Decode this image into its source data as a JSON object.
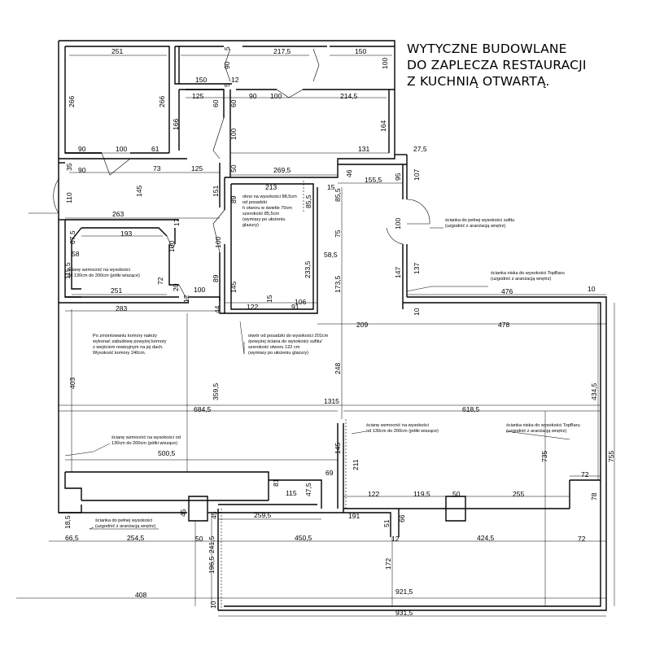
{
  "title_lines": [
    "WYTYCZNE BUDOWLANE",
    "DO ZAPLECZA RESTAURACJI",
    "Z KUCHNIĄ OTWARTĄ."
  ],
  "dimensions": [
    {
      "id": "d251a",
      "text": "251"
    },
    {
      "id": "d217",
      "text": "217,5"
    },
    {
      "id": "d150a",
      "text": "150"
    },
    {
      "id": "d100a",
      "text": "100"
    },
    {
      "id": "d5a",
      "text": "5"
    },
    {
      "id": "d90a",
      "text": "90"
    },
    {
      "id": "d5b",
      "text": "5"
    },
    {
      "id": "d150b",
      "text": "150"
    },
    {
      "id": "d12a",
      "text": "12"
    },
    {
      "id": "d266a",
      "text": "266"
    },
    {
      "id": "d266b",
      "text": "266"
    },
    {
      "id": "d125a",
      "text": "125"
    },
    {
      "id": "d60a",
      "text": "60"
    },
    {
      "id": "d60b",
      "text": "60"
    },
    {
      "id": "d90b",
      "text": "90"
    },
    {
      "id": "d100b",
      "text": "100"
    },
    {
      "id": "d214",
      "text": "214,5"
    },
    {
      "id": "d166",
      "text": "166"
    },
    {
      "id": "d100c",
      "text": "100"
    },
    {
      "id": "d164",
      "text": "164"
    },
    {
      "id": "d90c",
      "text": "90"
    },
    {
      "id": "d100d",
      "text": "100"
    },
    {
      "id": "d61",
      "text": "61"
    },
    {
      "id": "d131",
      "text": "131"
    },
    {
      "id": "d27",
      "text": "27,5"
    },
    {
      "id": "d35",
      "text": "35"
    },
    {
      "id": "d90d",
      "text": "90"
    },
    {
      "id": "d73",
      "text": "73"
    },
    {
      "id": "d125b",
      "text": "125"
    },
    {
      "id": "d50a",
      "text": "50"
    },
    {
      "id": "d269",
      "text": "269,5"
    },
    {
      "id": "d46",
      "text": "46"
    },
    {
      "id": "d155",
      "text": "155,5"
    },
    {
      "id": "d95",
      "text": "95"
    },
    {
      "id": "d107",
      "text": "107"
    },
    {
      "id": "d110",
      "text": "110"
    },
    {
      "id": "d145a",
      "text": "145"
    },
    {
      "id": "d151",
      "text": "151"
    },
    {
      "id": "d89a",
      "text": "89"
    },
    {
      "id": "d213",
      "text": "213"
    },
    {
      "id": "d15a",
      "text": "15"
    },
    {
      "id": "d85a",
      "text": "85,5"
    },
    {
      "id": "d85b",
      "text": "85,5"
    },
    {
      "id": "d263",
      "text": "263"
    },
    {
      "id": "d17",
      "text": "17"
    },
    {
      "id": "d100e",
      "text": "100"
    },
    {
      "id": "d100f",
      "text": "100"
    },
    {
      "id": "d75",
      "text": "75"
    },
    {
      "id": "d67",
      "text": "67,5"
    },
    {
      "id": "d193",
      "text": "193"
    },
    {
      "id": "d100g",
      "text": "100"
    },
    {
      "id": "d58a",
      "text": "58"
    },
    {
      "id": "d58b",
      "text": "58,5"
    },
    {
      "id": "d233",
      "text": "233,5"
    },
    {
      "id": "d147",
      "text": "147"
    },
    {
      "id": "d137",
      "text": "137"
    },
    {
      "id": "d115",
      "text": "115,5"
    },
    {
      "id": "d72a",
      "text": "72"
    },
    {
      "id": "d89b",
      "text": "89"
    },
    {
      "id": "d145b",
      "text": "145"
    },
    {
      "id": "d173",
      "text": "173,5"
    },
    {
      "id": "d251b",
      "text": "251"
    },
    {
      "id": "d20",
      "text": "20"
    },
    {
      "id": "d100h",
      "text": "100"
    },
    {
      "id": "d12b",
      "text": "12"
    },
    {
      "id": "d106",
      "text": "106"
    },
    {
      "id": "d476",
      "text": "476"
    },
    {
      "id": "d10a",
      "text": "10"
    },
    {
      "id": "d283",
      "text": "283"
    },
    {
      "id": "d44",
      "text": "44"
    },
    {
      "id": "d122a",
      "text": "122"
    },
    {
      "id": "d15b",
      "text": "15"
    },
    {
      "id": "d91",
      "text": "91"
    },
    {
      "id": "d10b",
      "text": "10"
    },
    {
      "id": "d209",
      "text": "209"
    },
    {
      "id": "d478",
      "text": "478"
    },
    {
      "id": "d403",
      "text": "403"
    },
    {
      "id": "d248",
      "text": "248"
    },
    {
      "id": "d359",
      "text": "359,5"
    },
    {
      "id": "d434",
      "text": "434,5"
    },
    {
      "id": "d1315",
      "text": "1315"
    },
    {
      "id": "d684",
      "text": "684,5"
    },
    {
      "id": "d618",
      "text": "618,5"
    },
    {
      "id": "d500",
      "text": "500,5"
    },
    {
      "id": "d145c",
      "text": "145"
    },
    {
      "id": "d211",
      "text": "211"
    },
    {
      "id": "d735",
      "text": "735"
    },
    {
      "id": "d755",
      "text": "755"
    },
    {
      "id": "d69",
      "text": "69"
    },
    {
      "id": "d72b",
      "text": "72"
    },
    {
      "id": "d81",
      "text": "81"
    },
    {
      "id": "d115b",
      "text": "115"
    },
    {
      "id": "d47",
      "text": "47,5"
    },
    {
      "id": "d122b",
      "text": "122"
    },
    {
      "id": "d119",
      "text": "119,5"
    },
    {
      "id": "d50b",
      "text": "50"
    },
    {
      "id": "d255",
      "text": "255"
    },
    {
      "id": "d78",
      "text": "78"
    },
    {
      "id": "d18",
      "text": "18,5"
    },
    {
      "id": "d45",
      "text": "45"
    },
    {
      "id": "d45b",
      "text": "45"
    },
    {
      "id": "d259",
      "text": "259,5"
    },
    {
      "id": "d191",
      "text": "191"
    },
    {
      "id": "d66",
      "text": "66"
    },
    {
      "id": "d51",
      "text": "51"
    },
    {
      "id": "d66b",
      "text": "66,5"
    },
    {
      "id": "d254",
      "text": "254,5"
    },
    {
      "id": "d50c",
      "text": "50"
    },
    {
      "id": "d450",
      "text": "450,5"
    },
    {
      "id": "d12c",
      "text": "12"
    },
    {
      "id": "d424",
      "text": "424,5"
    },
    {
      "id": "d72c",
      "text": "72"
    },
    {
      "id": "d196",
      "text": "196,5"
    },
    {
      "id": "d241",
      "text": "241,5"
    },
    {
      "id": "d172",
      "text": "172"
    },
    {
      "id": "d408",
      "text": "408"
    },
    {
      "id": "d921",
      "text": "921,5"
    },
    {
      "id": "d10c",
      "text": "10"
    },
    {
      "id": "d931",
      "text": "931,5"
    }
  ],
  "notes": {
    "okno": [
      "okno na wysokości 88,5cm",
      "od posadzki",
      "h otworu w świetle 70cm",
      "szerokość 85,5cm",
      "(wymiary po ułożeniu",
      "glazury)"
    ],
    "scianka_sufit_right": [
      "ścianka do pełnej wysokości sufitu",
      "(uzgodnić z aranżacją wnętrz)"
    ],
    "scianka_topbar_a": [
      "ścianka niska do wysokości TopBaru",
      "(uzgodnić z aranżacją wnętrz)"
    ],
    "scianka_wzmocnic_a": [
      "ścianę wzmocnić na wysokości",
      "od 130cm do 200cm (półki wiszące)"
    ],
    "komora": [
      "Po zmontowaniu komory należy",
      "wykonać zabudowę powyżej komory",
      "z wejściem rewizyjnym na jej dach.",
      "Wysokość komory 240cm."
    ],
    "otwor": [
      "otwór od posadzki do wysokości 201cm",
      "/powyżej ściana do wysokości sufitu/",
      "szerokość otworu 122 cm",
      "(wymiary po ułożeniu glazury)"
    ],
    "scianka_wzmocnic_b": [
      "ścianę wzmocnić na wysokości",
      "od 130cm do 200cm (półki wiszące)"
    ],
    "scianka_topbar_b": [
      "ścianka niska do wysokości TopBaru",
      "(uzgodnić z aranżacją wnętrz)"
    ],
    "scianka_wzmocnic_c": [
      "ścianę wzmocnić na wysokości od",
      "130cm do 200cm (półki wiszące)"
    ],
    "scianka_pelna_bottom": [
      "ścianka do pełnej wysokości",
      "(uzgodnić z aranżacją wnętrz)"
    ]
  }
}
